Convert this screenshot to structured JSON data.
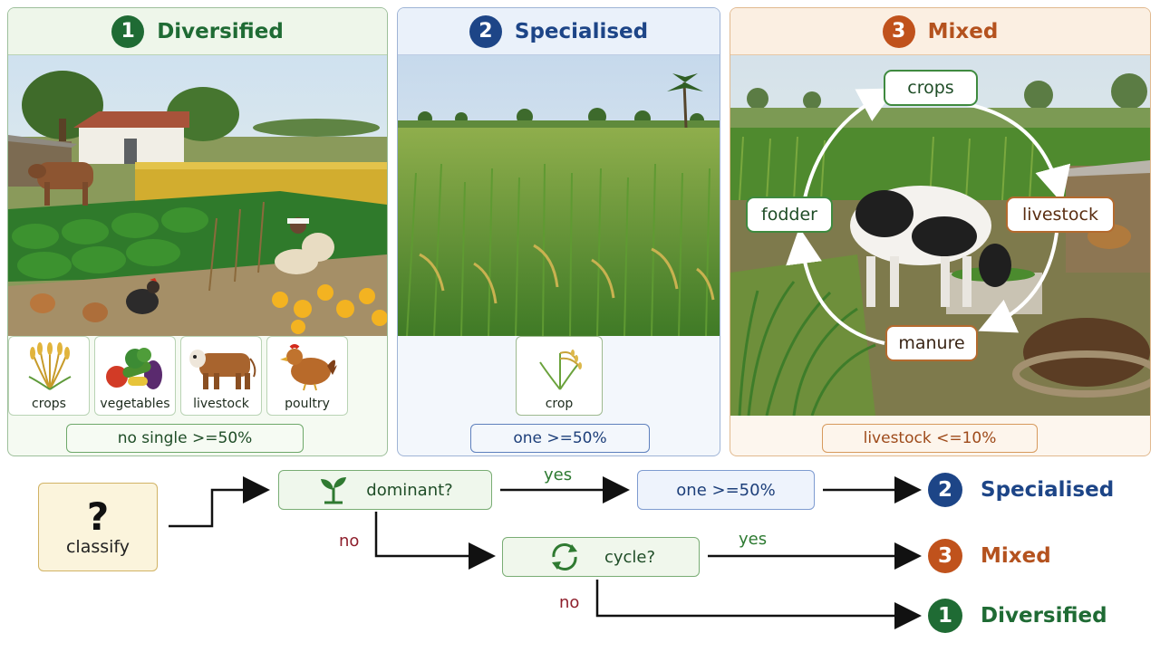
{
  "panels": [
    {
      "number": "1",
      "title": "Diversified",
      "tiles": [
        "crops",
        "vegetables",
        "livestock",
        "poultry"
      ],
      "rule": "no single >=50%"
    },
    {
      "number": "2",
      "title": "Specialised",
      "tiles": [
        "crop"
      ],
      "rule": "one >=50%"
    },
    {
      "number": "3",
      "title": "Mixed",
      "cycle": [
        "crops",
        "livestock",
        "manure",
        "fodder"
      ],
      "rule": "livestock <=10%"
    }
  ],
  "flow": {
    "start": {
      "symbol": "?",
      "label": "classify"
    },
    "q1": "dominant?",
    "q2": "cycle?",
    "yes1": "yes",
    "no1": "no",
    "yes2": "yes",
    "no2": "no",
    "result1": "one >=50%",
    "outcomes": [
      {
        "number": "2",
        "label": "Specialised"
      },
      {
        "number": "3",
        "label": "Mixed"
      },
      {
        "number": "1",
        "label": "Diversified"
      }
    ]
  },
  "colors": {
    "diversified": "#1f6b34",
    "specialised": "#1d4587",
    "mixed": "#c0521c"
  }
}
